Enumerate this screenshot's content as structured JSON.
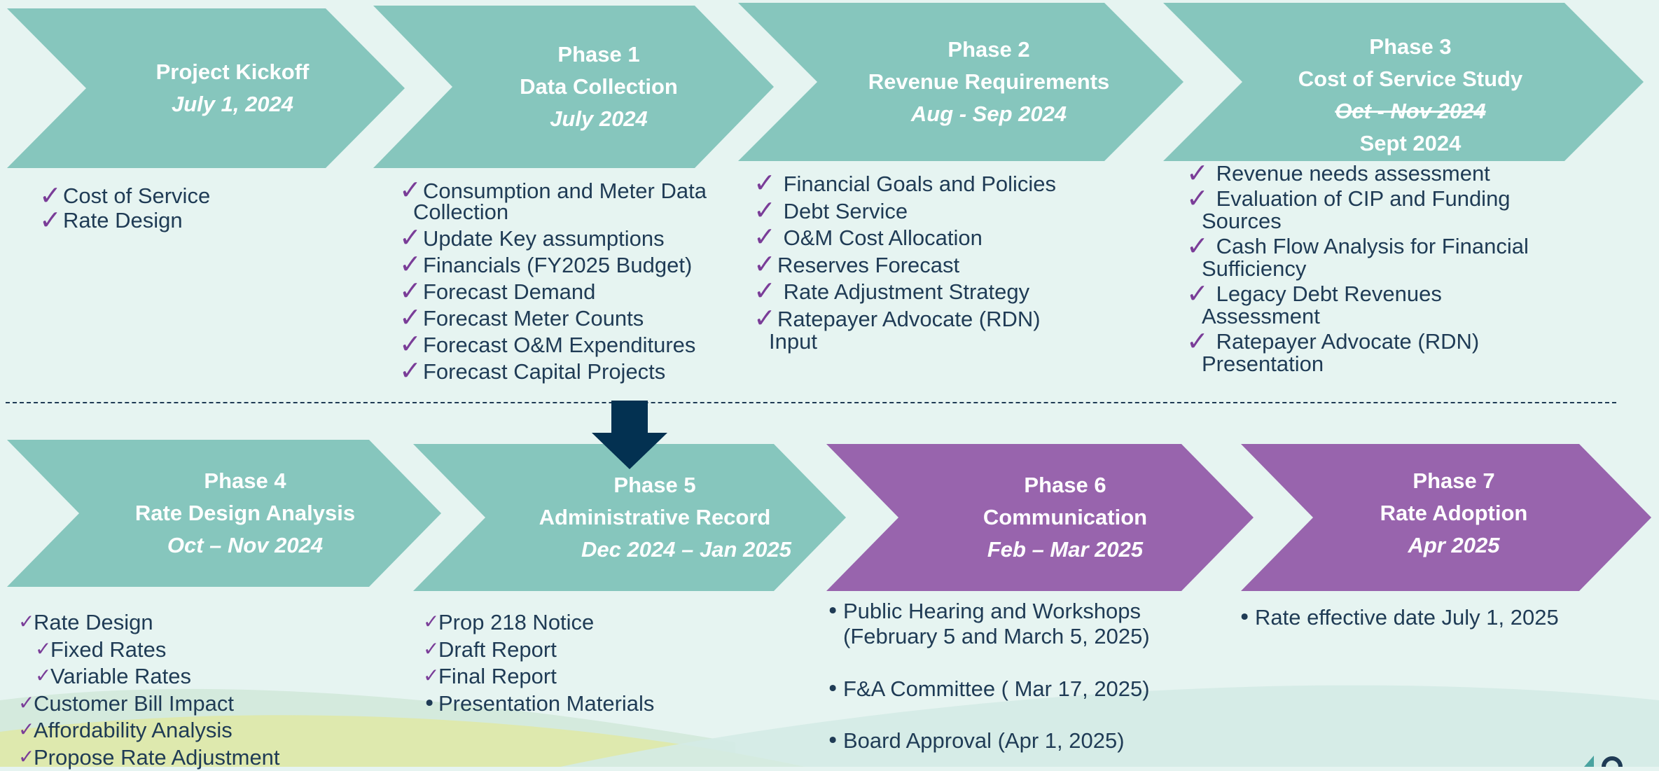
{
  "colors": {
    "teal": "#86c6bd",
    "purple": "#9864ad",
    "text": "#1f3b55",
    "check": "#7a3d98",
    "arrow": "#033151"
  },
  "top_row": [
    {
      "id": "kickoff",
      "lines": [
        "Project Kickoff"
      ],
      "date": "July 1, 2024",
      "items": [
        {
          "mark": "check",
          "text": "Cost of Service"
        },
        {
          "mark": "check",
          "text": "Rate Design"
        }
      ]
    },
    {
      "id": "phase1",
      "lines": [
        "Phase 1",
        "Data Collection"
      ],
      "date": "July 2024",
      "items": [
        {
          "mark": "check",
          "text": "Consumption and Meter Data",
          "cont": "Collection"
        },
        {
          "mark": "check",
          "text": "Update Key assumptions"
        },
        {
          "mark": "check",
          "text": "Financials (FY2025 Budget)"
        },
        {
          "mark": "check",
          "text": "Forecast Demand"
        },
        {
          "mark": "check",
          "text": "Forecast Meter Counts"
        },
        {
          "mark": "check",
          "text": "Forecast O&M Expenditures"
        },
        {
          "mark": "check",
          "text": "Forecast Capital Projects"
        }
      ]
    },
    {
      "id": "phase2",
      "lines": [
        "Phase 2",
        "Revenue Requirements"
      ],
      "date": "Aug - Sep 2024",
      "items": [
        {
          "mark": "check",
          "text": " Financial Goals and Policies"
        },
        {
          "mark": "check",
          "text": " Debt Service"
        },
        {
          "mark": "check",
          "text": " O&M Cost Allocation"
        },
        {
          "mark": "check",
          "text": "Reserves Forecast"
        },
        {
          "mark": "check",
          "text": " Rate Adjustment Strategy"
        },
        {
          "mark": "check",
          "text": "Ratepayer Advocate (RDN)",
          "cont": "Input"
        }
      ]
    },
    {
      "id": "phase3",
      "lines": [
        "Phase 3",
        "Cost of Service Study"
      ],
      "struck_date": "Oct - Nov 2024",
      "date": "Sept 2024",
      "items": [
        {
          "mark": "check",
          "text": " Revenue needs assessment"
        },
        {
          "mark": "check",
          "text": " Evaluation of CIP and Funding",
          "cont": "Sources"
        },
        {
          "mark": "check",
          "text": " Cash Flow Analysis for Financial",
          "cont": "Sufficiency"
        },
        {
          "mark": "check",
          "text": " Legacy Debt Revenues",
          "cont": "Assessment"
        },
        {
          "mark": "check",
          "text": " Ratepayer Advocate (RDN)",
          "cont": "Presentation"
        }
      ]
    }
  ],
  "bottom_row": [
    {
      "id": "phase4",
      "lines": [
        "Phase 4",
        "Rate Design Analysis"
      ],
      "date": "Oct – Nov 2024",
      "items": [
        {
          "mark": "check",
          "text": "Rate Design"
        },
        {
          "mark": "check",
          "text": "Fixed Rates",
          "indent": true
        },
        {
          "mark": "check",
          "text": "Variable Rates",
          "indent": true
        },
        {
          "mark": "check",
          "text": "Customer Bill Impact"
        },
        {
          "mark": "check",
          "text": "Affordability Analysis"
        },
        {
          "mark": "check",
          "text": "Propose Rate Adjustment"
        }
      ]
    },
    {
      "id": "phase5",
      "lines": [
        "Phase 5",
        "Administrative Record"
      ],
      "date": "Dec 2024 – Jan 2025",
      "items": [
        {
          "mark": "check",
          "text": "Prop 218 Notice"
        },
        {
          "mark": "check",
          "text": "Draft Report"
        },
        {
          "mark": "check",
          "text": "Final Report"
        },
        {
          "mark": "bullet",
          "text": "Presentation Materials"
        }
      ]
    },
    {
      "id": "phase6",
      "lines": [
        "Phase 6",
        "Communication"
      ],
      "date": "Feb – Mar 2025",
      "items": [
        {
          "mark": "bullet",
          "text": "Public Hearing and Workshops",
          "cont": "(February 5 and March 5, 2025)"
        },
        {
          "mark": "bullet",
          "text": "F&A Committee ( Mar 17, 2025)"
        },
        {
          "mark": "bullet",
          "text": "Board Approval (Apr 1, 2025)"
        }
      ]
    },
    {
      "id": "phase7",
      "lines": [
        "Phase 7",
        "Rate Adoption"
      ],
      "date": "Apr 2025",
      "items": [
        {
          "mark": "bullet",
          "text": "Rate effective date July 1, 2025"
        }
      ]
    }
  ]
}
